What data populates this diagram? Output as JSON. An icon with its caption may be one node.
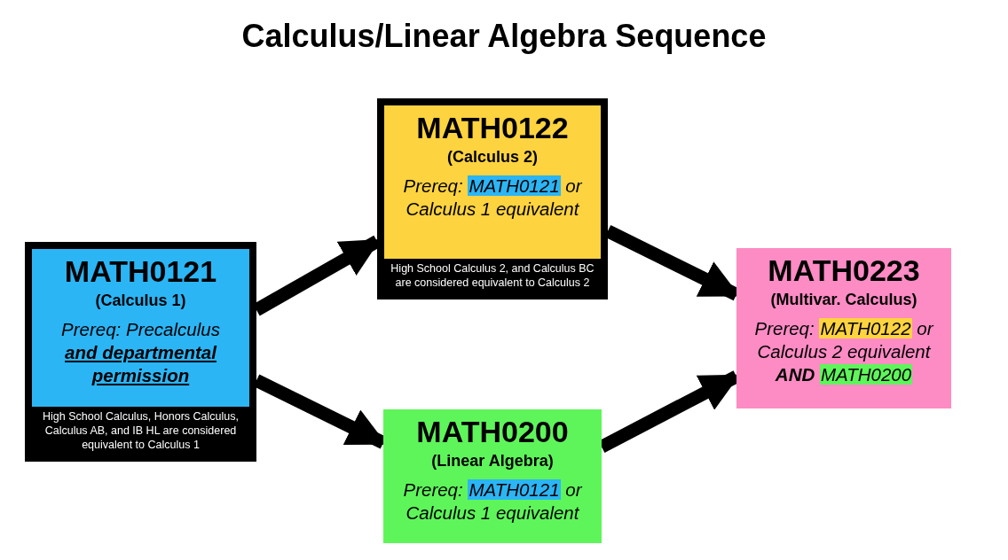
{
  "diagram": {
    "title": "Calculus/Linear Algebra Sequence",
    "nodes": [
      {
        "text": [
          "MATH0121",
          "(Calculus 1)",
          "Prereq: Precalculus **and departmental permission**",
          "High School Calculus, Honors Calculus, Calculus AB, and IB HL are considered equivalent to Calculus 1"
        ]
      },
      {
        "text": [
          "MATH0122",
          "(Calculus 2)",
          "Prereq: *MATH0121* or Calculus 1 equivalent",
          "High School Calculus 2, and Calculus BC are considered equivalent to Calculus 2"
        ]
      },
      {
        "text": [
          "MATH0200",
          "(Linear Algebra)",
          "Prereq: *MATH0121* or Calculus 1 equivalent"
        ]
      },
      {
        "text": [
          "MATH0223",
          "(Multivar. Calculus)",
          "Prereq: *MATH0122* or Calculus 2 equivalent **AND** *MATH0200*"
        ]
      }
    ],
    "edges": [
      {
        "from": 0,
        "to": 1,
        "arrow": "to"
      },
      {
        "from": 0,
        "to": 2,
        "arrow": "to"
      },
      {
        "from": 1,
        "to": 3,
        "arrow": "to"
      },
      {
        "from": 2,
        "to": 3,
        "arrow": "to"
      }
    ]
  }
}
